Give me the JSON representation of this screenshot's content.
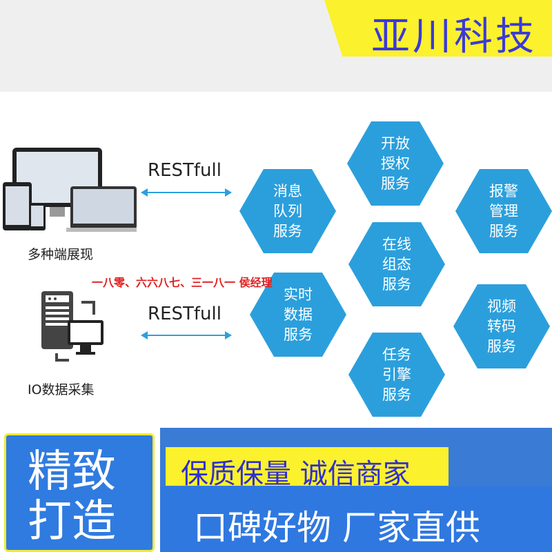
{
  "brand": {
    "name": "亚川科技"
  },
  "left": {
    "devices_caption": "多种端展现",
    "io_caption": "IO数据采集",
    "rest1": "RESTfull",
    "rest2": "RESTfull"
  },
  "watermark": "一八零、六六八七、三一八一 侯经理",
  "hexes": [
    {
      "l1": "消息",
      "l2": "队列",
      "l3": "服务"
    },
    {
      "l1": "开放",
      "l2": "授权",
      "l3": "服务"
    },
    {
      "l1": "报警",
      "l2": "管理",
      "l3": "服务"
    },
    {
      "l1": "在线",
      "l2": "组态",
      "l3": "服务"
    },
    {
      "l1": "实时",
      "l2": "数据",
      "l3": "服务"
    },
    {
      "l1": "视频",
      "l2": "转码",
      "l3": "服务"
    },
    {
      "l1": "任务",
      "l2": "引擎",
      "l3": "服务"
    }
  ],
  "footer": {
    "t1": "精致",
    "t2": "打造",
    "slogan1": "保质保量  诚信商家",
    "slogan2": "口碑好物  厂家直供"
  }
}
